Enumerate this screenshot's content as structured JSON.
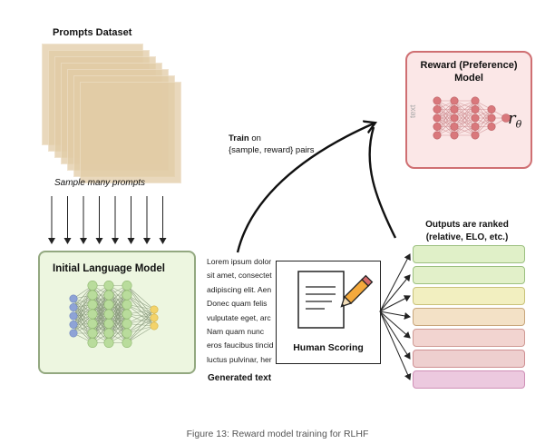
{
  "prompts_dataset": {
    "title": "Prompts Dataset",
    "sample_label": "Sample many prompts"
  },
  "initial_lm": {
    "title": "Initial Language Model"
  },
  "reward_model": {
    "title_line1": "Reward (Preference)",
    "title_line2": "Model",
    "input_label": "text",
    "output_symbol": "r",
    "output_subscript": "θ"
  },
  "train_label": {
    "bold": "Train",
    "rest_line1": " on",
    "line2": "{sample, reward} pairs"
  },
  "generated_text": {
    "lines": [
      "Lorem ipsum dolor",
      "sit amet, consectet",
      "adipiscing elit. Aen",
      "Donec quam felis",
      "vulputate eget, arc",
      "Nam quam nunc",
      "eros faucibus tincid",
      "luctus pulvinar, her"
    ],
    "label": "Generated text"
  },
  "human_scoring": {
    "label": "Human Scoring"
  },
  "outputs": {
    "title_line1": "Outputs are ranked",
    "title_line2": "(relative, ELO, etc.)",
    "bars": [
      {
        "fill": "#e0f0c8",
        "stroke": "#9cc080"
      },
      {
        "fill": "#e2f0c9",
        "stroke": "#9cc080"
      },
      {
        "fill": "#f2efc0",
        "stroke": "#c9c27a"
      },
      {
        "fill": "#f3e1c6",
        "stroke": "#c8a67c"
      },
      {
        "fill": "#f2d4d0",
        "stroke": "#cf9a94"
      },
      {
        "fill": "#eecfcf",
        "stroke": "#cf8f92"
      },
      {
        "fill": "#ecc9df",
        "stroke": "#cf8fb6"
      }
    ]
  },
  "caption": "Figure 13: Reward model training for RLHF",
  "colors": {
    "ilm_input": "#8ea3d6",
    "ilm_hidden": "#b9dc9c",
    "ilm_output": "#f3d36a",
    "rm_node": "#d9787c"
  }
}
